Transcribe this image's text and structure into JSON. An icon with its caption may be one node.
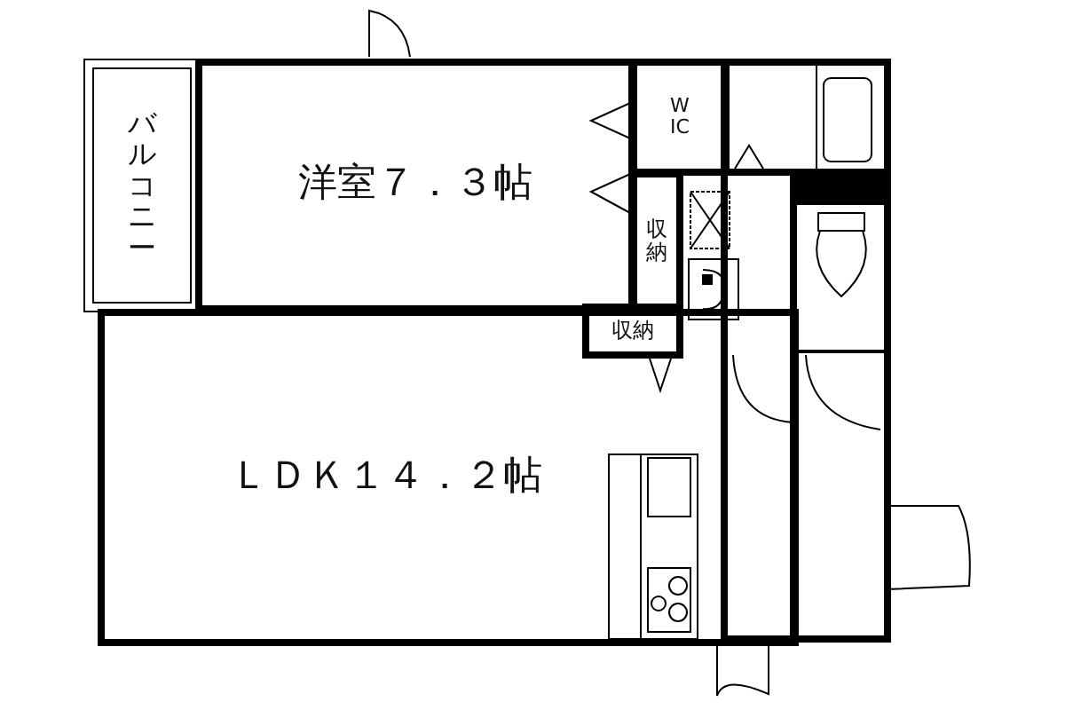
{
  "diagram": {
    "nodes": [
      {
        "text": [
          "バルコニー"
        ]
      },
      {
        "text": [
          "洋室７．３帖"
        ]
      },
      {
        "text": [
          "WIC"
        ]
      },
      {
        "text": [
          "収納"
        ]
      },
      {
        "text": [
          "収納"
        ]
      },
      {
        "text": [
          "ＬＤＫ１４．２帖"
        ]
      }
    ]
  }
}
